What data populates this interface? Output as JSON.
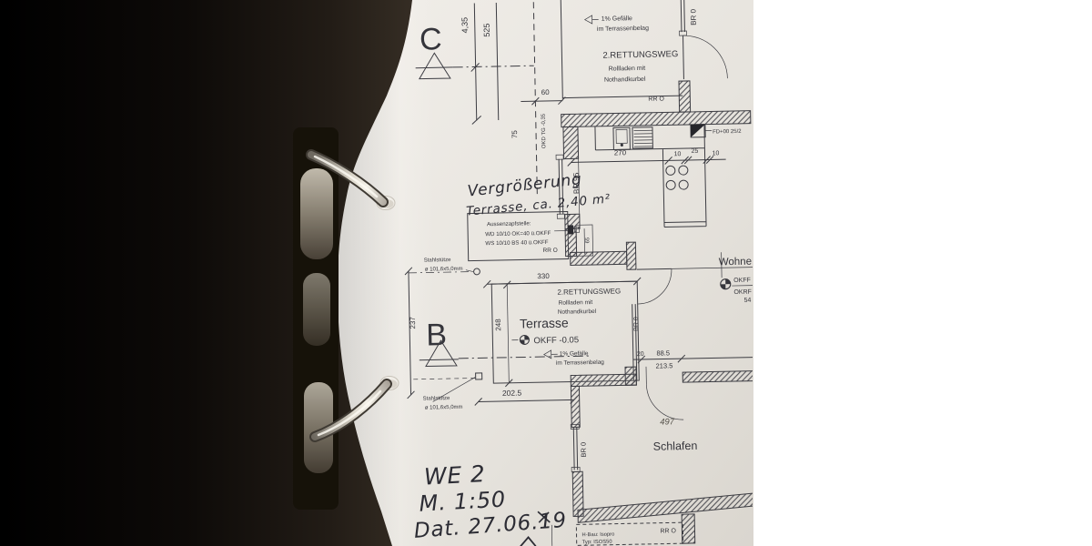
{
  "colors": {
    "ink": "#35353b",
    "hand_ink": "#2c2c34",
    "paper": "#ece9e3",
    "background": "#0d0b09",
    "metal": "#c9c2b4"
  },
  "plan": {
    "marker_c": "C",
    "marker_b": "B",
    "dim_435": "4,35",
    "dim_525": "525",
    "dim_60": "60",
    "dim_75": "75",
    "okd_tg": "OKD TG -0,35",
    "gefaelle": "1% Gefälle",
    "terrassenbelag": "im Terrassenbelag",
    "rettungsweg": "2.RETTUNGSWEG",
    "rollladen": "Rollladen mit",
    "nothandkurbel": "Nothandkurbel",
    "rr_o": "RR O",
    "br_0": "BR 0",
    "br_95": "BR 95",
    "dim_270": "270",
    "dim_10": "10",
    "dim_25": "25",
    "fd": "FD+00 25/2",
    "aussenzapfstelle": "Aussenzapfstelle:",
    "wd_line": "WD 10/10 OK=40 ü.OKFF",
    "ws_line": "WS 10/10 BS 40 ü.OKFF",
    "dim_65": "65",
    "stahlstuetze": "Stahlstütze",
    "stahl_mass": "ø 101,6x5,0mm",
    "dim_330": "330",
    "dim_248": "248",
    "dim_237": "237",
    "dim_2025": "202.5",
    "terrasse": "Terrasse",
    "okff_minus": "OKFF -0.05",
    "wohnen": "Wohne",
    "okff": "OKFF",
    "okrf": "OKRF",
    "dim_54": "54",
    "dim_20": "20",
    "dim_885": "88.5",
    "dim_2135": "213.5",
    "dim_497": "497",
    "schlafen": "Schlafen",
    "hbau": "H-Bau: Isopro",
    "typ": "Typ: ISOS50"
  },
  "handwriting": {
    "title": "Vergrößerung",
    "subtitle": "Terrasse, ca. 2,40 m²",
    "we": "WE 2",
    "scale": "M. 1:50",
    "date": "Dat. 27.06.19"
  }
}
